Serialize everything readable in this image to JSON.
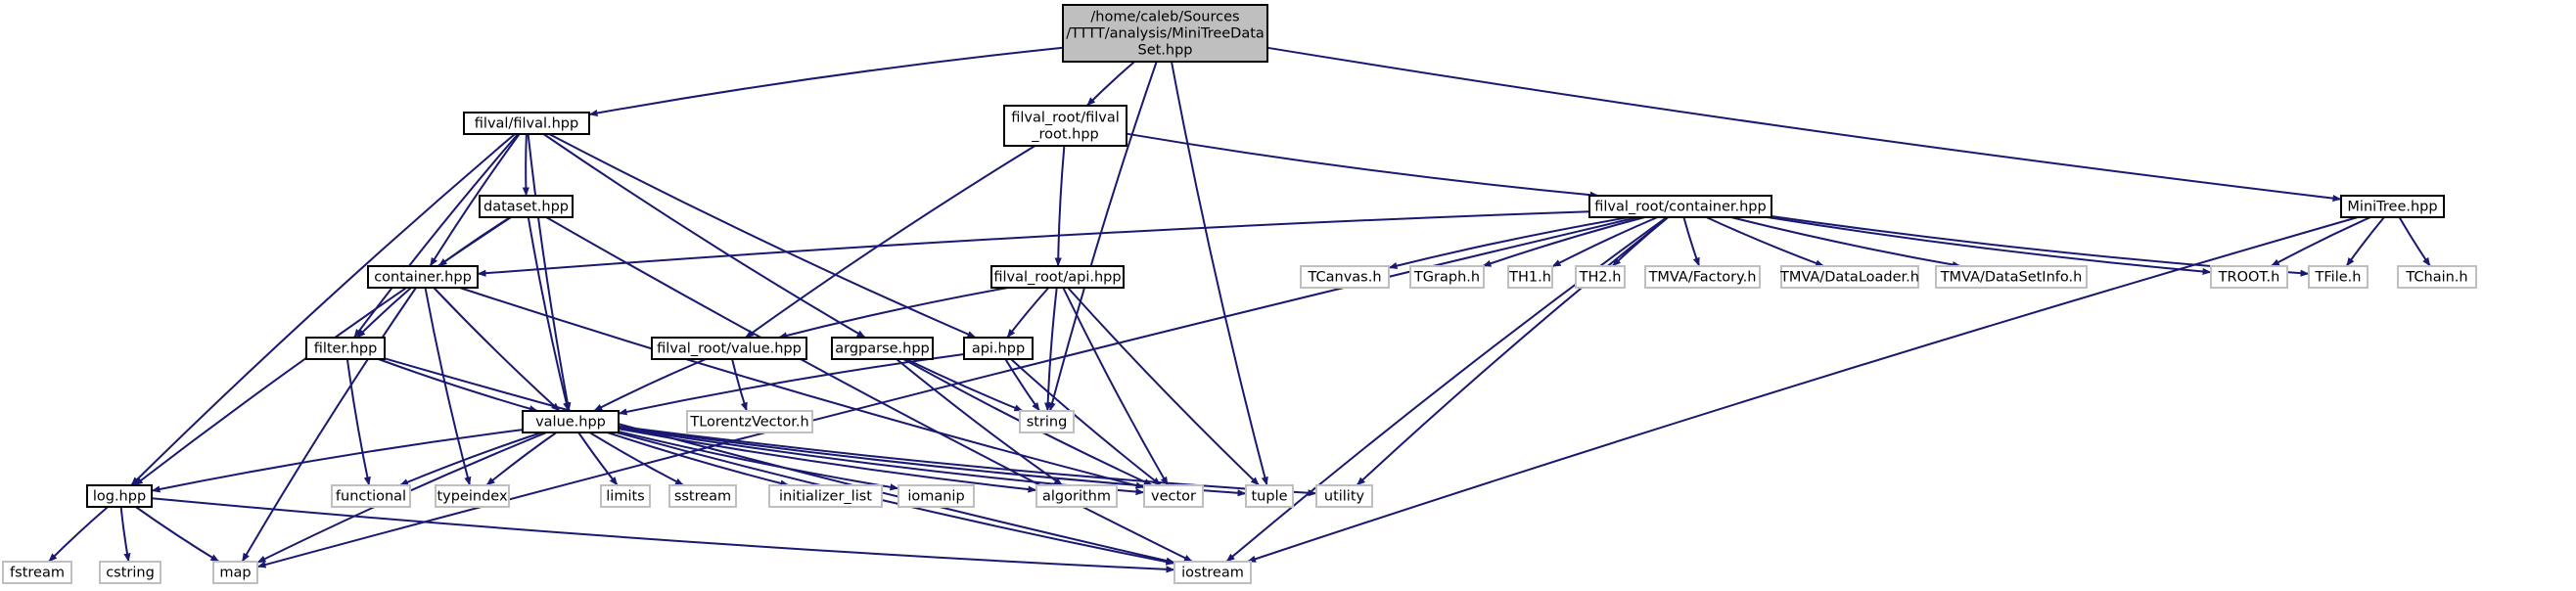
{
  "nodes": [
    {
      "id": "root",
      "lines": [
        "/home/caleb/Sources",
        "/TTTT/analysis/MiniTreeData",
        "Set.hpp"
      ],
      "style": "root"
    },
    {
      "id": "filval",
      "lines": [
        "filval/filval.hpp"
      ],
      "style": "doc"
    },
    {
      "id": "filval_root",
      "lines": [
        "filval_root/filval",
        "_root.hpp"
      ],
      "style": "doc"
    },
    {
      "id": "minitree",
      "lines": [
        "MiniTree.hpp"
      ],
      "style": "doc"
    },
    {
      "id": "dataset",
      "lines": [
        "dataset.hpp"
      ],
      "style": "doc"
    },
    {
      "id": "fr_container",
      "lines": [
        "filval_root/container.hpp"
      ],
      "style": "doc"
    },
    {
      "id": "container",
      "lines": [
        "container.hpp"
      ],
      "style": "doc"
    },
    {
      "id": "fr_api",
      "lines": [
        "filval_root/api.hpp"
      ],
      "style": "doc"
    },
    {
      "id": "filter",
      "lines": [
        "filter.hpp"
      ],
      "style": "doc"
    },
    {
      "id": "fr_value",
      "lines": [
        "filval_root/value.hpp"
      ],
      "style": "doc"
    },
    {
      "id": "argparse",
      "lines": [
        "argparse.hpp"
      ],
      "style": "doc"
    },
    {
      "id": "api",
      "lines": [
        "api.hpp"
      ],
      "style": "doc"
    },
    {
      "id": "value",
      "lines": [
        "value.hpp"
      ],
      "style": "doc"
    },
    {
      "id": "log",
      "lines": [
        "log.hpp"
      ],
      "style": "doc"
    },
    {
      "id": "TCanvas",
      "lines": [
        "TCanvas.h"
      ],
      "style": "sys"
    },
    {
      "id": "TGraph",
      "lines": [
        "TGraph.h"
      ],
      "style": "sys"
    },
    {
      "id": "TH1",
      "lines": [
        "TH1.h"
      ],
      "style": "sys"
    },
    {
      "id": "TH2",
      "lines": [
        "TH2.h"
      ],
      "style": "sys"
    },
    {
      "id": "TMVAFactory",
      "lines": [
        "TMVA/Factory.h"
      ],
      "style": "sys"
    },
    {
      "id": "TMVADataLoader",
      "lines": [
        "TMVA/DataLoader.h"
      ],
      "style": "sys"
    },
    {
      "id": "TMVADataSetInfo",
      "lines": [
        "TMVA/DataSetInfo.h"
      ],
      "style": "sys"
    },
    {
      "id": "TROOT",
      "lines": [
        "TROOT.h"
      ],
      "style": "sys"
    },
    {
      "id": "TFile",
      "lines": [
        "TFile.h"
      ],
      "style": "sys"
    },
    {
      "id": "TChain",
      "lines": [
        "TChain.h"
      ],
      "style": "sys"
    },
    {
      "id": "TLorentzVector",
      "lines": [
        "TLorentzVector.h"
      ],
      "style": "sys"
    },
    {
      "id": "string",
      "lines": [
        "string"
      ],
      "style": "sys"
    },
    {
      "id": "functional",
      "lines": [
        "functional"
      ],
      "style": "sys"
    },
    {
      "id": "typeindex",
      "lines": [
        "typeindex"
      ],
      "style": "sys"
    },
    {
      "id": "limits",
      "lines": [
        "limits"
      ],
      "style": "sys"
    },
    {
      "id": "sstream",
      "lines": [
        "sstream"
      ],
      "style": "sys"
    },
    {
      "id": "initializer_list",
      "lines": [
        "initializer_list"
      ],
      "style": "sys"
    },
    {
      "id": "iomanip",
      "lines": [
        "iomanip"
      ],
      "style": "sys"
    },
    {
      "id": "algorithm",
      "lines": [
        "algorithm"
      ],
      "style": "sys"
    },
    {
      "id": "vector",
      "lines": [
        "vector"
      ],
      "style": "sys"
    },
    {
      "id": "tuple",
      "lines": [
        "tuple"
      ],
      "style": "sys"
    },
    {
      "id": "utility",
      "lines": [
        "utility"
      ],
      "style": "sys"
    },
    {
      "id": "fstream",
      "lines": [
        "fstream"
      ],
      "style": "sys"
    },
    {
      "id": "cstring",
      "lines": [
        "cstring"
      ],
      "style": "sys"
    },
    {
      "id": "map",
      "lines": [
        "map"
      ],
      "style": "sys"
    },
    {
      "id": "iostream",
      "lines": [
        "iostream"
      ],
      "style": "sys"
    }
  ],
  "edges": [
    [
      "root",
      "filval"
    ],
    [
      "root",
      "filval_root"
    ],
    [
      "root",
      "minitree"
    ],
    [
      "root",
      "string"
    ],
    [
      "root",
      "tuple"
    ],
    [
      "filval",
      "dataset"
    ],
    [
      "filval",
      "container"
    ],
    [
      "filval",
      "filter"
    ],
    [
      "filval",
      "value"
    ],
    [
      "filval",
      "argparse"
    ],
    [
      "filval",
      "api"
    ],
    [
      "filval",
      "log"
    ],
    [
      "filval_root",
      "fr_container"
    ],
    [
      "filval_root",
      "fr_api"
    ],
    [
      "filval_root",
      "fr_value"
    ],
    [
      "minitree",
      "TROOT"
    ],
    [
      "minitree",
      "TFile"
    ],
    [
      "minitree",
      "TChain"
    ],
    [
      "minitree",
      "iostream"
    ],
    [
      "dataset",
      "container"
    ],
    [
      "dataset",
      "value"
    ],
    [
      "dataset",
      "log"
    ],
    [
      "dataset",
      "iostream"
    ],
    [
      "fr_container",
      "container"
    ],
    [
      "fr_container",
      "TCanvas"
    ],
    [
      "fr_container",
      "TGraph"
    ],
    [
      "fr_container",
      "TH1"
    ],
    [
      "fr_container",
      "TH2"
    ],
    [
      "fr_container",
      "TMVAFactory"
    ],
    [
      "fr_container",
      "TMVADataLoader"
    ],
    [
      "fr_container",
      "TMVADataSetInfo"
    ],
    [
      "fr_container",
      "TROOT"
    ],
    [
      "fr_container",
      "TFile"
    ],
    [
      "fr_container",
      "map"
    ],
    [
      "fr_container",
      "utility"
    ],
    [
      "fr_container",
      "iostream"
    ],
    [
      "container",
      "filter"
    ],
    [
      "container",
      "value"
    ],
    [
      "container",
      "typeindex"
    ],
    [
      "container",
      "map"
    ],
    [
      "container",
      "vector"
    ],
    [
      "fr_api",
      "fr_value"
    ],
    [
      "fr_api",
      "api"
    ],
    [
      "fr_api",
      "string"
    ],
    [
      "fr_api",
      "vector"
    ],
    [
      "fr_api",
      "tuple"
    ],
    [
      "filter",
      "value"
    ],
    [
      "filter",
      "functional"
    ],
    [
      "filter",
      "iostream"
    ],
    [
      "fr_value",
      "value"
    ],
    [
      "fr_value",
      "TLorentzVector"
    ],
    [
      "argparse",
      "string"
    ],
    [
      "argparse",
      "algorithm"
    ],
    [
      "argparse",
      "vector"
    ],
    [
      "api",
      "value"
    ],
    [
      "api",
      "string"
    ],
    [
      "api",
      "vector"
    ],
    [
      "value",
      "log"
    ],
    [
      "value",
      "functional"
    ],
    [
      "value",
      "typeindex"
    ],
    [
      "value",
      "limits"
    ],
    [
      "value",
      "sstream"
    ],
    [
      "value",
      "initializer_list"
    ],
    [
      "value",
      "iomanip"
    ],
    [
      "value",
      "algorithm"
    ],
    [
      "value",
      "vector"
    ],
    [
      "value",
      "tuple"
    ],
    [
      "value",
      "utility"
    ],
    [
      "value",
      "map"
    ],
    [
      "value",
      "iostream"
    ],
    [
      "log",
      "fstream"
    ],
    [
      "log",
      "cstring"
    ],
    [
      "log",
      "map"
    ],
    [
      "log",
      "iostream"
    ]
  ],
  "colors": {
    "edge": "#191970",
    "root_fill": "#bfbfbf",
    "node_border_doc": "#000000",
    "node_border_sys": "#bfbfbf",
    "sys_text": "#000000"
  }
}
